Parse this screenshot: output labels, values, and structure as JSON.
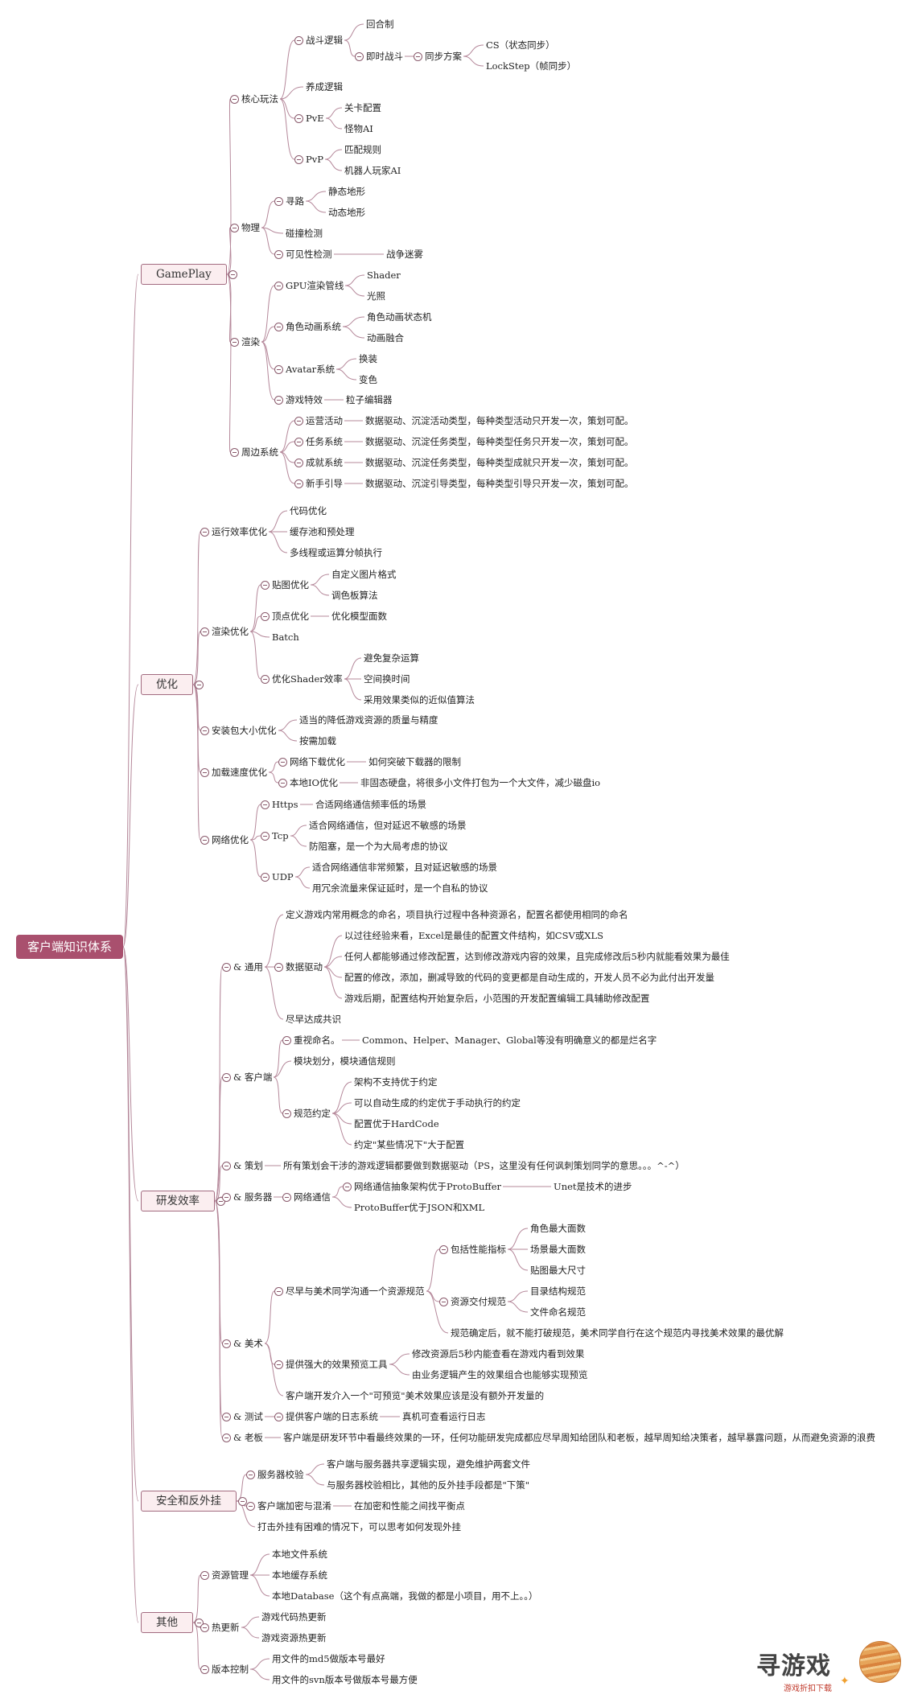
{
  "root": {
    "id": "root",
    "label": "客户端知识体系"
  },
  "nodes": [
    {
      "id": "gp",
      "parent": "root",
      "label": "GamePlay",
      "level": 1
    },
    {
      "id": "gp1",
      "parent": "gp",
      "label": "核心玩法"
    },
    {
      "id": "gp1a",
      "parent": "gp1",
      "label": "战斗逻辑"
    },
    {
      "id": "gp1a1",
      "parent": "gp1a",
      "label": "回合制"
    },
    {
      "id": "gp1a2",
      "parent": "gp1a",
      "label": "即时战斗"
    },
    {
      "id": "gp1a2a",
      "parent": "gp1a2",
      "label": "同步方案"
    },
    {
      "id": "gp1a2a1",
      "parent": "gp1a2a",
      "label": "CS（状态同步）"
    },
    {
      "id": "gp1a2a2",
      "parent": "gp1a2a",
      "label": "LockStep（帧同步）"
    },
    {
      "id": "gp1b",
      "parent": "gp1",
      "label": "养成逻辑"
    },
    {
      "id": "gp1c",
      "parent": "gp1",
      "label": "PvE"
    },
    {
      "id": "gp1c1",
      "parent": "gp1c",
      "label": "关卡配置"
    },
    {
      "id": "gp1c2",
      "parent": "gp1c",
      "label": "怪物AI"
    },
    {
      "id": "gp1d",
      "parent": "gp1",
      "label": "PvP"
    },
    {
      "id": "gp1d1",
      "parent": "gp1d",
      "label": "匹配规则"
    },
    {
      "id": "gp1d2",
      "parent": "gp1d",
      "label": "机器人玩家AI"
    },
    {
      "id": "gp2",
      "parent": "gp",
      "label": "物理"
    },
    {
      "id": "gp2a",
      "parent": "gp2",
      "label": "寻路"
    },
    {
      "id": "gp2a1",
      "parent": "gp2a",
      "label": "静态地形"
    },
    {
      "id": "gp2a2",
      "parent": "gp2a",
      "label": "动态地形"
    },
    {
      "id": "gp2b",
      "parent": "gp2",
      "label": "碰撞检测"
    },
    {
      "id": "gp2c",
      "parent": "gp2",
      "label": "可见性检测"
    },
    {
      "id": "gp2c1",
      "parent": "gp2c",
      "label": "战争迷雾"
    },
    {
      "id": "gp3",
      "parent": "gp",
      "label": "渲染"
    },
    {
      "id": "gp3a",
      "parent": "gp3",
      "label": "GPU渲染管线"
    },
    {
      "id": "gp3a1",
      "parent": "gp3a",
      "label": "Shader"
    },
    {
      "id": "gp3a2",
      "parent": "gp3a",
      "label": "光照"
    },
    {
      "id": "gp3b",
      "parent": "gp3",
      "label": "角色动画系统"
    },
    {
      "id": "gp3b1",
      "parent": "gp3b",
      "label": "角色动画状态机"
    },
    {
      "id": "gp3b2",
      "parent": "gp3b",
      "label": "动画融合"
    },
    {
      "id": "gp3c",
      "parent": "gp3",
      "label": "Avatar系统"
    },
    {
      "id": "gp3c1",
      "parent": "gp3c",
      "label": "换装"
    },
    {
      "id": "gp3c2",
      "parent": "gp3c",
      "label": "变色"
    },
    {
      "id": "gp3d",
      "parent": "gp3",
      "label": "游戏特效"
    },
    {
      "id": "gp3d1",
      "parent": "gp3d",
      "label": "粒子编辑器"
    },
    {
      "id": "gp4",
      "parent": "gp",
      "label": "周边系统"
    },
    {
      "id": "gp4a",
      "parent": "gp4",
      "label": "运营活动"
    },
    {
      "id": "gp4a1",
      "parent": "gp4a",
      "label": "数据驱动、沉淀活动类型，每种类型活动只开发一次，策划可配。"
    },
    {
      "id": "gp4b",
      "parent": "gp4",
      "label": "任务系统"
    },
    {
      "id": "gp4b1",
      "parent": "gp4b",
      "label": "数据驱动、沉淀任务类型，每种类型任务只开发一次，策划可配。"
    },
    {
      "id": "gp4c",
      "parent": "gp4",
      "label": "成就系统"
    },
    {
      "id": "gp4c1",
      "parent": "gp4c",
      "label": "数据驱动、沉淀任务类型，每种类型成就只开发一次，策划可配。"
    },
    {
      "id": "gp4d",
      "parent": "gp4",
      "label": "新手引导"
    },
    {
      "id": "gp4d1",
      "parent": "gp4d",
      "label": "数据驱动、沉淀引导类型，每种类型引导只开发一次，策划可配。"
    },
    {
      "id": "op",
      "parent": "root",
      "label": "优化",
      "level": 1
    },
    {
      "id": "op1",
      "parent": "op",
      "label": "运行效率优化"
    },
    {
      "id": "op1a",
      "parent": "op1",
      "label": "代码优化"
    },
    {
      "id": "op1b",
      "parent": "op1",
      "label": "缓存池和预处理"
    },
    {
      "id": "op1c",
      "parent": "op1",
      "label": "多线程或运算分帧执行"
    },
    {
      "id": "op2",
      "parent": "op",
      "label": "渲染优化"
    },
    {
      "id": "op2a",
      "parent": "op2",
      "label": "贴图优化"
    },
    {
      "id": "op2a1",
      "parent": "op2a",
      "label": "自定义图片格式"
    },
    {
      "id": "op2a2",
      "parent": "op2a",
      "label": "调色板算法"
    },
    {
      "id": "op2b",
      "parent": "op2",
      "label": "顶点优化"
    },
    {
      "id": "op2b1",
      "parent": "op2b",
      "label": "优化模型面数"
    },
    {
      "id": "op2c",
      "parent": "op2",
      "label": "Batch"
    },
    {
      "id": "op2d",
      "parent": "op2",
      "label": "优化Shader效率"
    },
    {
      "id": "op2d1",
      "parent": "op2d",
      "label": "避免复杂运算"
    },
    {
      "id": "op2d2",
      "parent": "op2d",
      "label": "空间换时间"
    },
    {
      "id": "op2d3",
      "parent": "op2d",
      "label": "采用效果类似的近似值算法"
    },
    {
      "id": "op3",
      "parent": "op",
      "label": "安装包大小优化"
    },
    {
      "id": "op3a",
      "parent": "op3",
      "label": "适当的降低游戏资源的质量与精度"
    },
    {
      "id": "op3b",
      "parent": "op3",
      "label": "按需加载"
    },
    {
      "id": "op4",
      "parent": "op",
      "label": "加载速度优化"
    },
    {
      "id": "op4a",
      "parent": "op4",
      "label": "网络下载优化"
    },
    {
      "id": "op4a1",
      "parent": "op4a",
      "label": "如何突破下载器的限制"
    },
    {
      "id": "op4b",
      "parent": "op4",
      "label": "本地IO优化"
    },
    {
      "id": "op4b1",
      "parent": "op4b",
      "label": "非固态硬盘，将很多小文件打包为一个大文件，减少磁盘io"
    },
    {
      "id": "op5",
      "parent": "op",
      "label": "网络优化"
    },
    {
      "id": "op5a",
      "parent": "op5",
      "label": "Https"
    },
    {
      "id": "op5a1",
      "parent": "op5a",
      "label": "合适网络通信频率低的场景"
    },
    {
      "id": "op5b",
      "parent": "op5",
      "label": "Tcp"
    },
    {
      "id": "op5b1",
      "parent": "op5b",
      "label": "适合网络通信，但对延迟不敏感的场景"
    },
    {
      "id": "op5b2",
      "parent": "op5b",
      "label": "防阻塞，是一个为大局考虑的协议"
    },
    {
      "id": "op5c",
      "parent": "op5",
      "label": "UDP"
    },
    {
      "id": "op5c1",
      "parent": "op5c",
      "label": "适合网络通信非常频繁，且对延迟敏感的场景"
    },
    {
      "id": "op5c2",
      "parent": "op5c",
      "label": "用冗余流量来保证延时，是一个自私的协议"
    },
    {
      "id": "rd",
      "parent": "root",
      "label": "研发效率",
      "level": 1
    },
    {
      "id": "rd1",
      "parent": "rd",
      "label": "& 通用"
    },
    {
      "id": "rd1a",
      "parent": "rd1",
      "label": "定义游戏内常用概念的命名，项目执行过程中各种资源名，配置名都使用相同的命名"
    },
    {
      "id": "rd1b",
      "parent": "rd1",
      "label": "数据驱动"
    },
    {
      "id": "rd1b1",
      "parent": "rd1b",
      "label": "以过往经验来看，Excel是最佳的配置文件结构，如CSV或XLS"
    },
    {
      "id": "rd1b2",
      "parent": "rd1b",
      "label": "任何人都能够通过修改配置，达到修改游戏内容的效果，且完成修改后5秒内就能看效果为最佳"
    },
    {
      "id": "rd1b3",
      "parent": "rd1b",
      "label": "配置的修改，添加，删减导致的代码的变更都是自动生成的，开发人员不必为此付出开发量"
    },
    {
      "id": "rd1b4",
      "parent": "rd1b",
      "label": "游戏后期，配置结构开始复杂后，小范围的开发配置编辑工具辅助修改配置"
    },
    {
      "id": "rd1c",
      "parent": "rd1",
      "label": "尽早达成共识"
    },
    {
      "id": "rd2",
      "parent": "rd",
      "label": "& 客户端"
    },
    {
      "id": "rd2a",
      "parent": "rd2",
      "label": "重视命名。"
    },
    {
      "id": "rd2a1",
      "parent": "rd2a",
      "label": "Common、Helper、Manager、Global等没有明确意义的都是烂名字"
    },
    {
      "id": "rd2b",
      "parent": "rd2",
      "label": "模块划分，模块通信规则"
    },
    {
      "id": "rd2c",
      "parent": "rd2",
      "label": "规范约定"
    },
    {
      "id": "rd2c1",
      "parent": "rd2c",
      "label": "架构不支持优于约定"
    },
    {
      "id": "rd2c2",
      "parent": "rd2c",
      "label": "可以自动生成的约定优于手动执行的约定"
    },
    {
      "id": "rd2c3",
      "parent": "rd2c",
      "label": "配置优于HardCode"
    },
    {
      "id": "rd2c4",
      "parent": "rd2c",
      "label": "约定\"某些情况下\"大于配置"
    },
    {
      "id": "rd3",
      "parent": "rd",
      "label": "& 策划"
    },
    {
      "id": "rd3a",
      "parent": "rd3",
      "label": "所有策划会干涉的游戏逻辑都要做到数据驱动（PS，这里没有任何讽刺策划同学的意思。。。^-^）"
    },
    {
      "id": "rd4",
      "parent": "rd",
      "label": "& 服务器"
    },
    {
      "id": "rd4a",
      "parent": "rd4",
      "label": "网络通信"
    },
    {
      "id": "rd4a1",
      "parent": "rd4a",
      "label": "网络通信抽象架构优于ProtoBuffer"
    },
    {
      "id": "rd4a1a",
      "parent": "rd4a1",
      "label": "Unet是技术的进步"
    },
    {
      "id": "rd4a2",
      "parent": "rd4a",
      "label": "ProtoBuffer优于JSON和XML"
    },
    {
      "id": "rd5",
      "parent": "rd",
      "label": "& 美术"
    },
    {
      "id": "rd5a",
      "parent": "rd5",
      "label": "尽早与美术同学沟通一个资源规范"
    },
    {
      "id": "rd5a1",
      "parent": "rd5a",
      "label": "包括性能指标"
    },
    {
      "id": "rd5a1a",
      "parent": "rd5a1",
      "label": "角色最大面数"
    },
    {
      "id": "rd5a1b",
      "parent": "rd5a1",
      "label": "场景最大面数"
    },
    {
      "id": "rd5a1c",
      "parent": "rd5a1",
      "label": "贴图最大尺寸"
    },
    {
      "id": "rd5a2",
      "parent": "rd5a",
      "label": "资源交付规范"
    },
    {
      "id": "rd5a2a",
      "parent": "rd5a2",
      "label": "目录结构规范"
    },
    {
      "id": "rd5a2b",
      "parent": "rd5a2",
      "label": "文件命名规范"
    },
    {
      "id": "rd5a3",
      "parent": "rd5a",
      "label": "规范确定后，就不能打破规范，美术同学自行在这个规范内寻找美术效果的最优解"
    },
    {
      "id": "rd5b",
      "parent": "rd5",
      "label": "提供强大的效果预览工具"
    },
    {
      "id": "rd5b1",
      "parent": "rd5b",
      "label": "修改资源后5秒内能查看在游戏内看到效果"
    },
    {
      "id": "rd5b2",
      "parent": "rd5b",
      "label": "由业务逻辑产生的效果组合也能够实现预览"
    },
    {
      "id": "rd5c",
      "parent": "rd5",
      "label": "客户端开发介入一个\"可预览\"美术效果应该是没有额外开发量的"
    },
    {
      "id": "rd6",
      "parent": "rd",
      "label": "& 测试"
    },
    {
      "id": "rd6a",
      "parent": "rd6",
      "label": "提供客户端的日志系统"
    },
    {
      "id": "rd6a1",
      "parent": "rd6a",
      "label": "真机可查看运行日志"
    },
    {
      "id": "rd7",
      "parent": "rd",
      "label": "& 老板"
    },
    {
      "id": "rd7a",
      "parent": "rd7",
      "label": "客户端是研发环节中看最终效果的一环，任何功能研发完成都应尽早周知给团队和老板，越早周知给决策者，越早暴露问题，从而避免资源的浪费"
    },
    {
      "id": "sc",
      "parent": "root",
      "label": "安全和反外挂",
      "level": 1
    },
    {
      "id": "sc1",
      "parent": "sc",
      "label": "服务器校验"
    },
    {
      "id": "sc1a",
      "parent": "sc1",
      "label": "客户端与服务器共享逻辑实现，避免维护两套文件"
    },
    {
      "id": "sc1b",
      "parent": "sc1",
      "label": "与服务器校验相比，其他的反外挂手段都是\"下策\""
    },
    {
      "id": "sc2",
      "parent": "sc",
      "label": "客户端加密与混淆"
    },
    {
      "id": "sc2a",
      "parent": "sc2",
      "label": "在加密和性能之间找平衡点"
    },
    {
      "id": "sc3",
      "parent": "sc",
      "label": "打击外挂有困难的情况下，可以思考如何发现外挂"
    },
    {
      "id": "ot",
      "parent": "root",
      "label": "其他",
      "level": 1
    },
    {
      "id": "ot1",
      "parent": "ot",
      "label": "资源管理"
    },
    {
      "id": "ot1a",
      "parent": "ot1",
      "label": "本地文件系统"
    },
    {
      "id": "ot1b",
      "parent": "ot1",
      "label": "本地缓存系统"
    },
    {
      "id": "ot1c",
      "parent": "ot1",
      "label": "本地Database（这个有点高端，我做的都是小项目，用不上。。）"
    },
    {
      "id": "ot2",
      "parent": "ot",
      "label": "热更新"
    },
    {
      "id": "ot2a",
      "parent": "ot2",
      "label": "游戏代码热更新"
    },
    {
      "id": "ot2b",
      "parent": "ot2",
      "label": "游戏资源热更新"
    },
    {
      "id": "ot3",
      "parent": "ot",
      "label": "版本控制"
    },
    {
      "id": "ot3a",
      "parent": "ot3",
      "label": "用文件的md5做版本号最好"
    },
    {
      "id": "ot3b",
      "parent": "ot3",
      "label": "用文件的svn版本号做版本号最方便"
    }
  ],
  "watermark": {
    "title": "寻游戏",
    "subtitle": "游戏折扣下载",
    "icon": "planet-icon"
  },
  "colors": {
    "root_bg": "#a9506e",
    "branch_bg": "#fbeef0",
    "branch_border": "#a26b80",
    "line": "#b5889a"
  }
}
